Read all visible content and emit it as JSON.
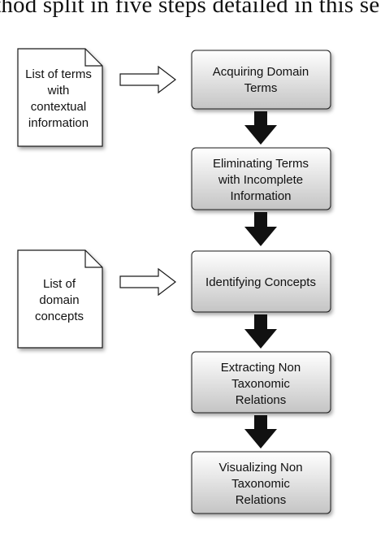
{
  "header": {
    "text": "ethod split in five steps detailed in this se"
  },
  "documents": [
    {
      "lines": [
        "List of terms",
        "with",
        "contextual",
        "information"
      ]
    },
    {
      "lines": [
        "List of",
        "domain",
        "concepts"
      ]
    }
  ],
  "steps": [
    {
      "lines": [
        "Acquiring Domain",
        "Terms"
      ]
    },
    {
      "lines": [
        "Eliminating Terms",
        "with Incomplete",
        "Information"
      ]
    },
    {
      "lines": [
        "Identifying Concepts"
      ]
    },
    {
      "lines": [
        "Extracting Non",
        "Taxonomic",
        "Relations"
      ]
    },
    {
      "lines": [
        "Visualizing Non",
        "Taxonomic",
        "Relations"
      ]
    }
  ],
  "colors": {
    "box_top": "#ffffff",
    "box_bottom": "#c4c4c4",
    "stroke": "#1a1a1a",
    "arrow_fill": "#111111"
  }
}
